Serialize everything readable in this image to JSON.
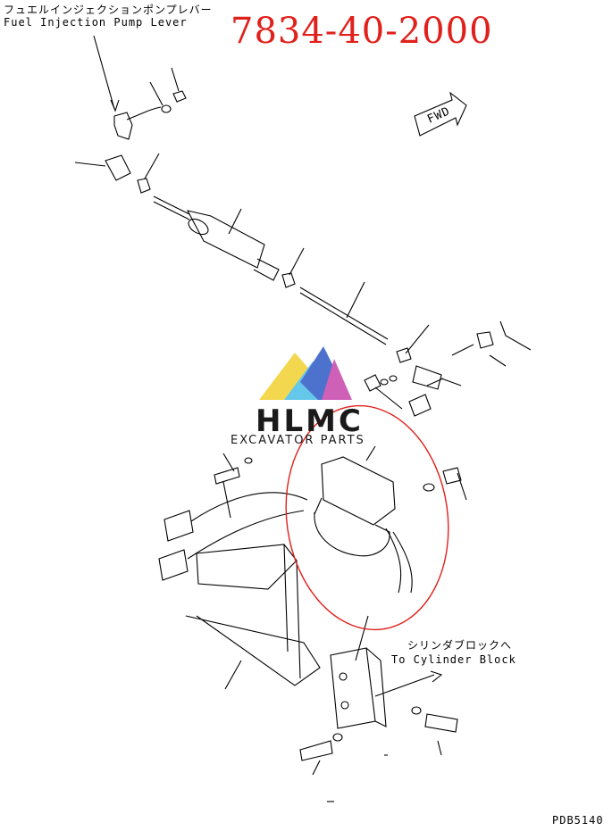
{
  "diagram": {
    "part_number": "7834-40-2000",
    "labels": {
      "fuel_lever_jp": "フュエルインジェクションポンプレバー",
      "fuel_lever_en": "Fuel Injection Pump Lever",
      "cylinder_jp": "シリンダブロックへ",
      "cylinder_en": "To Cylinder Block",
      "fwd": "FWD",
      "page_code": "PDB5140"
    },
    "watermark": {
      "name": "HLMC",
      "subtitle": "EXCAVATOR PARTS",
      "colors": [
        "#f2d33c",
        "#55c3e8",
        "#3a63c8",
        "#c94fb0"
      ]
    },
    "highlight_color": "#e0201b"
  }
}
